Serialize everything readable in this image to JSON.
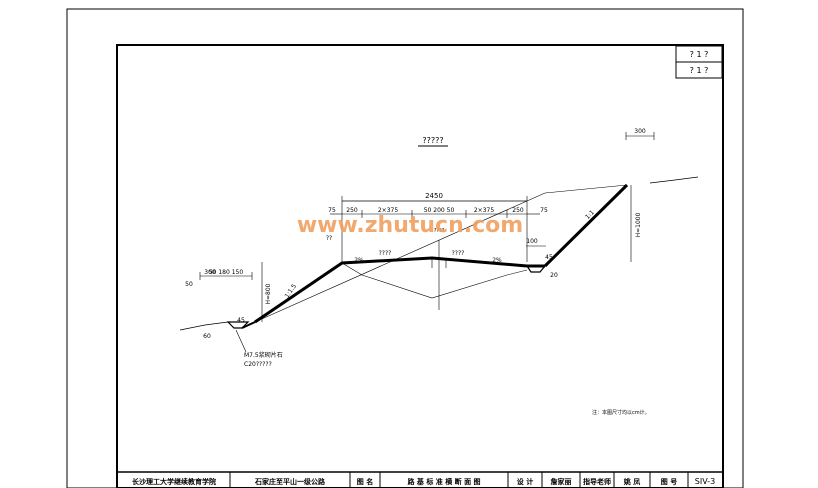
{
  "watermark": "www.zhutucn.com",
  "section_title": "?????",
  "corner_box": {
    "row1": "? 1 ?",
    "row2": "? 1 ?"
  },
  "dims": {
    "total_width": "2450",
    "left_shoulder": "250",
    "left_lanes": "2×375",
    "median": "50 200 50",
    "right_lanes": "2×375",
    "right_shoulder": "250",
    "outer_75_left": "75",
    "outer_75_right": "75",
    "right_ditch_top": "300",
    "right_100": "100",
    "right_20": "20",
    "right_45": "45",
    "left_ditch_top": "300",
    "left_ditch_parts": "50 180 150",
    "left_50": "50",
    "left_60": "60",
    "left_45": "45",
    "h_left": "H=800",
    "h_right": "H=1000",
    "slope_left": "1:1.5",
    "slope_right": "1:1",
    "cross_slope_left": "2%",
    "cross_slope_right": "2%",
    "lane_left": "????",
    "lane_right": "????",
    "median_label": "????",
    "shoulder_label": "??"
  },
  "notes": {
    "ditch_note_1": "M7.5浆砌片石",
    "ditch_note_2": "C20?????",
    "footnote": "注：本图尺寸均以cm计。"
  },
  "title_block": {
    "school": "长沙理工大学继续教育学院",
    "project": "石家庄至平山一级公路",
    "drawing_name_label": "图 名",
    "drawing_name": "路 基 标 准 横 断 面 图",
    "design_label": "设 计",
    "designer": "詹家丽",
    "advisor_label": "指导老师",
    "advisor": "姚 凤",
    "sheet_label": "图 号",
    "sheet_no": "SIV-3"
  },
  "colors": {
    "line": "#000000",
    "watermark": "#f0a060"
  }
}
